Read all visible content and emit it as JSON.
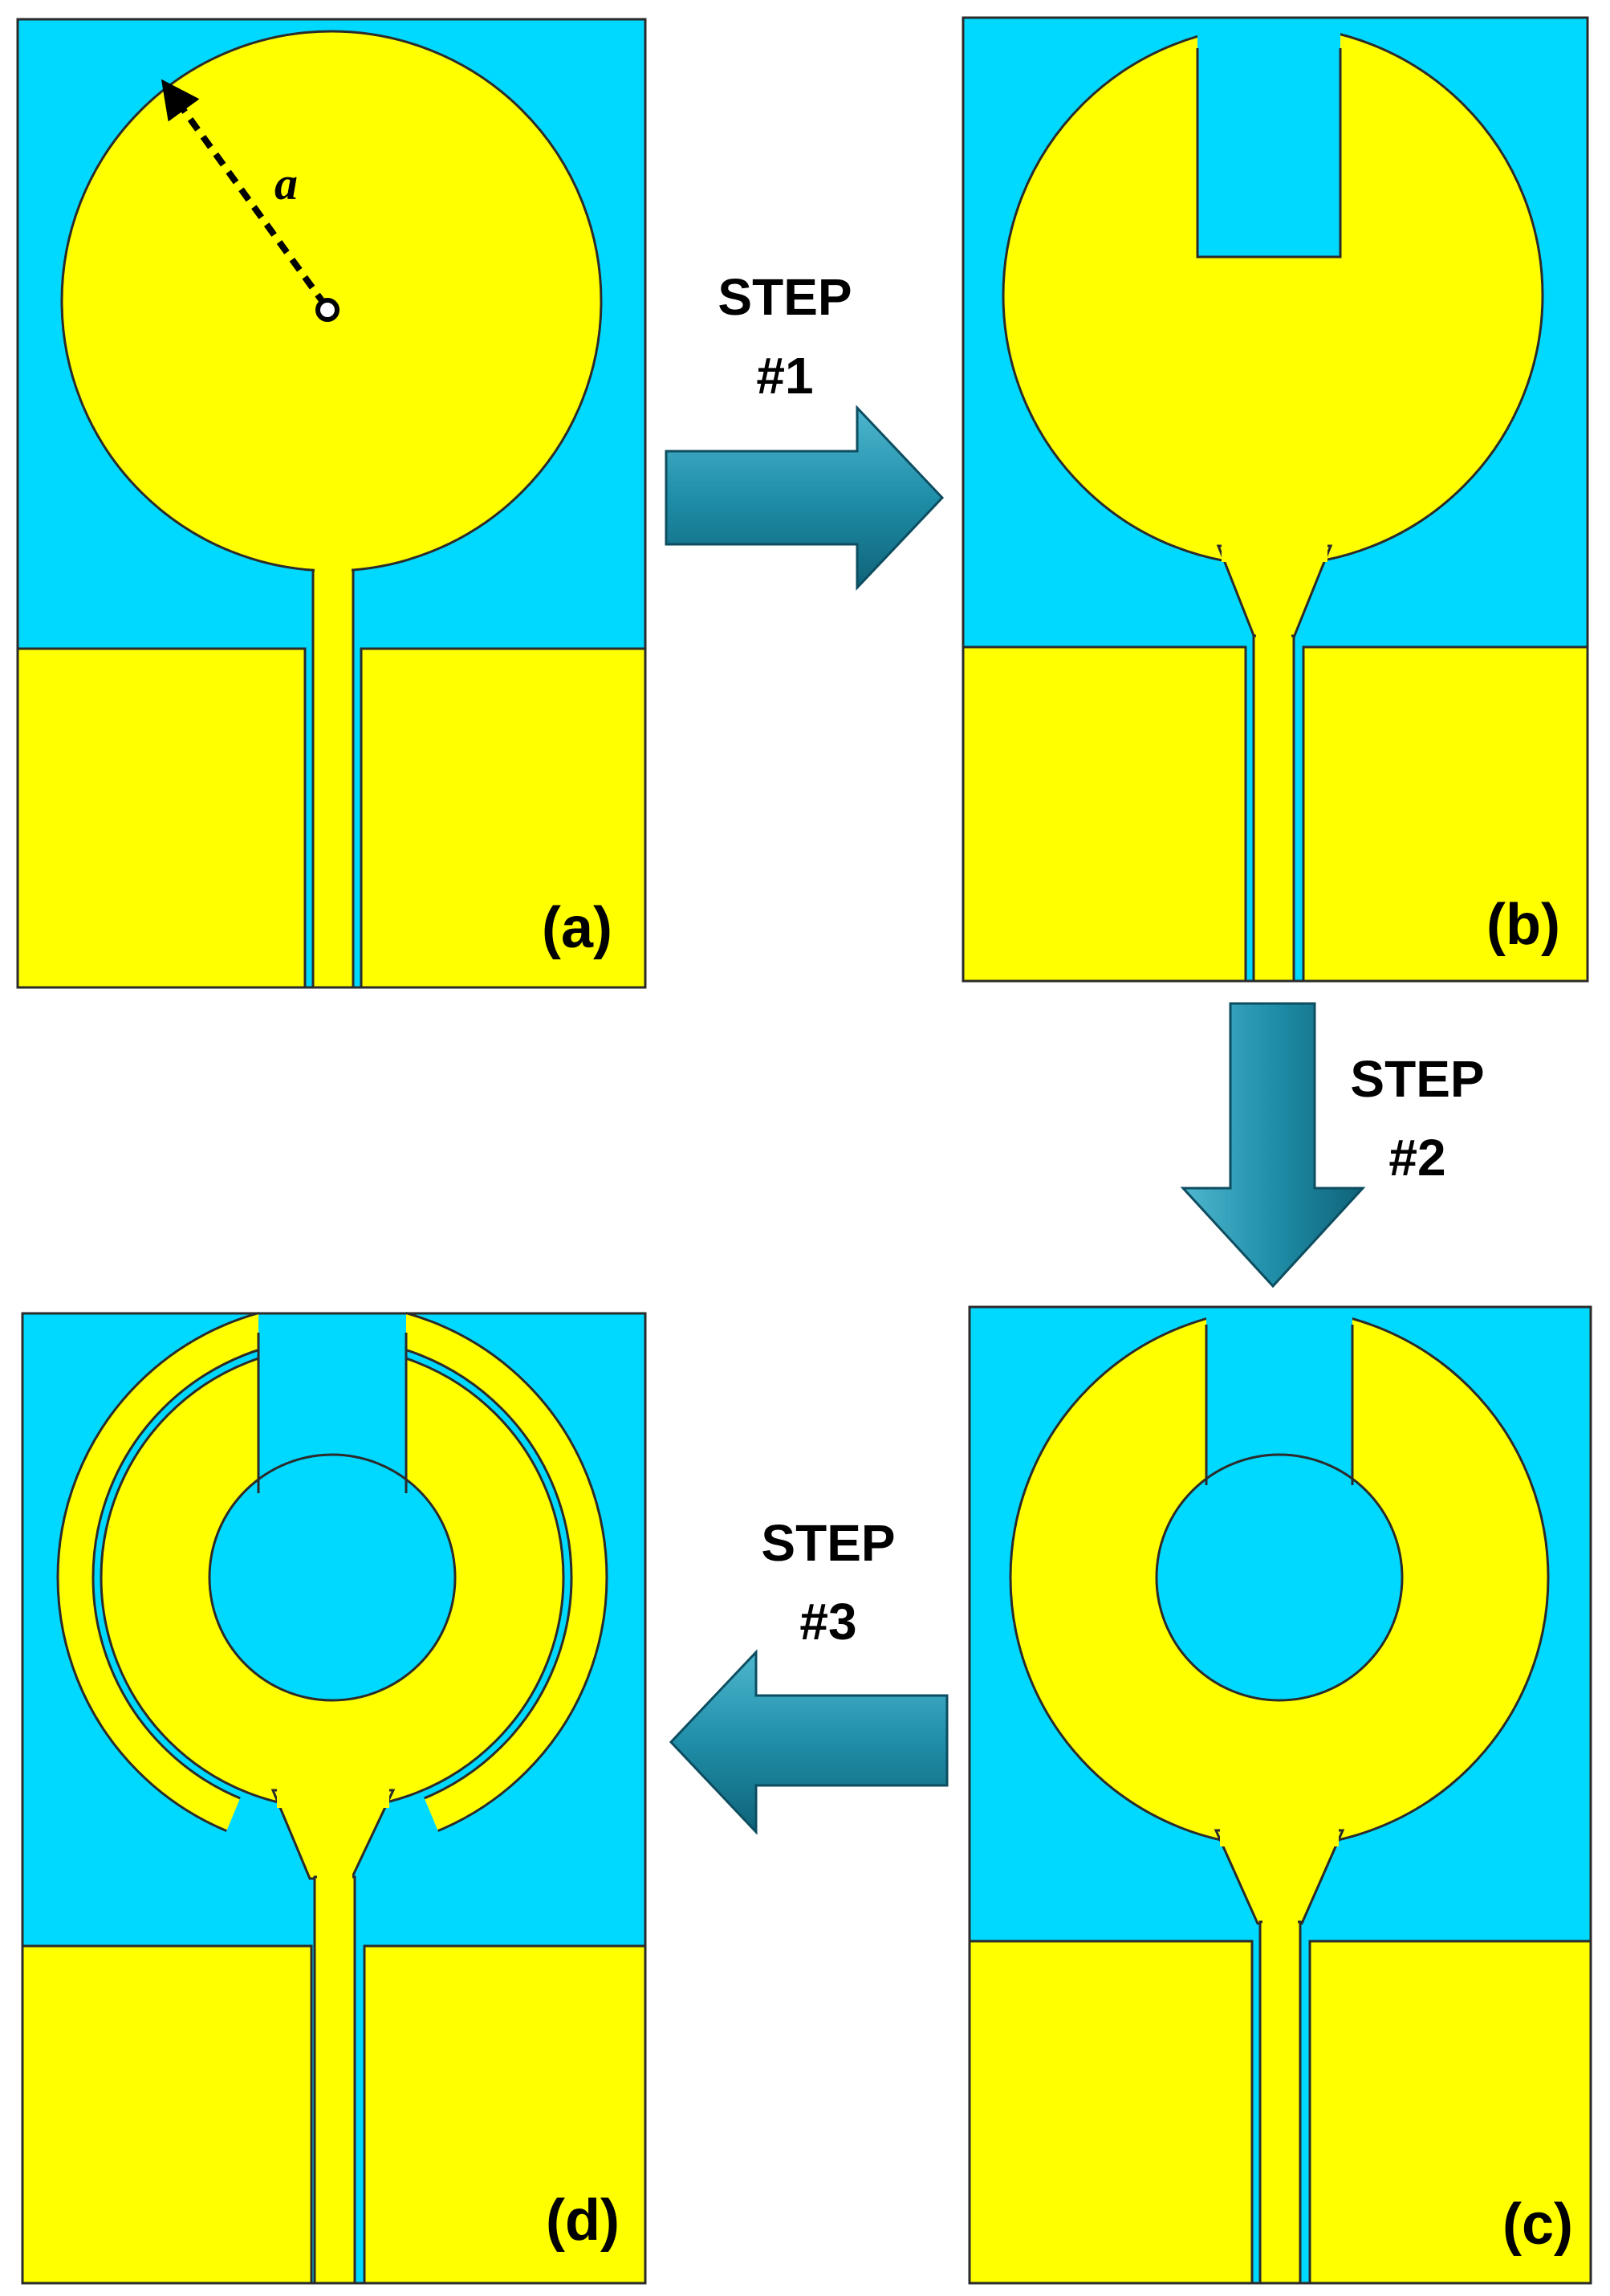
{
  "colors": {
    "substrate": "#00d9ff",
    "metal": "#ffff00",
    "outline": "#2b2b2b",
    "arrow": "#1f8ea8",
    "arrow_edge": "#0d4d60"
  },
  "panels": {
    "a": {
      "label": "(a)"
    },
    "b": {
      "label": "(b)"
    },
    "c": {
      "label": "(c)"
    },
    "d": {
      "label": "(d)"
    }
  },
  "radius_label": "a",
  "steps": [
    {
      "line1": "STEP",
      "line2": "#1",
      "direction": "right"
    },
    {
      "line1": "STEP",
      "line2": "#2",
      "direction": "down"
    },
    {
      "line1": "STEP",
      "line2": "#3",
      "direction": "left"
    }
  ]
}
